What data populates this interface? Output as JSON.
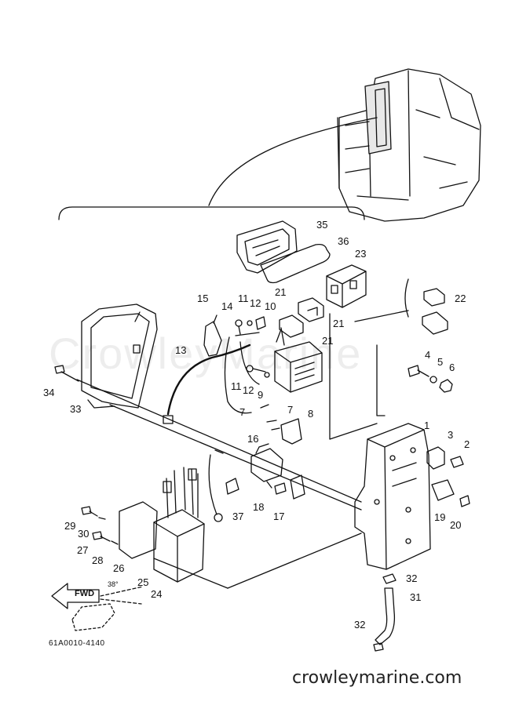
{
  "diagram": {
    "drawing_code": "61A0010-4140",
    "website": "crowleymarine.com",
    "watermark": "CrowleyMarine",
    "fwd_label": "FWD",
    "angle_label": "38°",
    "callouts": {
      "c1": "1",
      "c2": "2",
      "c3": "3",
      "c4": "4",
      "c5": "5",
      "c6": "6",
      "c7a": "7",
      "c7b": "7",
      "c8": "8",
      "c9": "9",
      "c10": "10",
      "c11a": "11",
      "c11b": "11",
      "c12a": "12",
      "c12b": "12",
      "c13": "13",
      "c14": "14",
      "c15": "15",
      "c16": "16",
      "c17": "17",
      "c18": "18",
      "c19": "19",
      "c20": "20",
      "c21a": "21",
      "c21b": "21",
      "c21c": "21",
      "c22": "22",
      "c23": "23",
      "c24": "24",
      "c25": "25",
      "c26": "26",
      "c27": "27",
      "c28": "28",
      "c29": "29",
      "c30": "30",
      "c31": "31",
      "c32a": "32",
      "c32b": "32",
      "c33": "33",
      "c34": "34",
      "c35": "35",
      "c36": "36",
      "c37": "37"
    }
  }
}
